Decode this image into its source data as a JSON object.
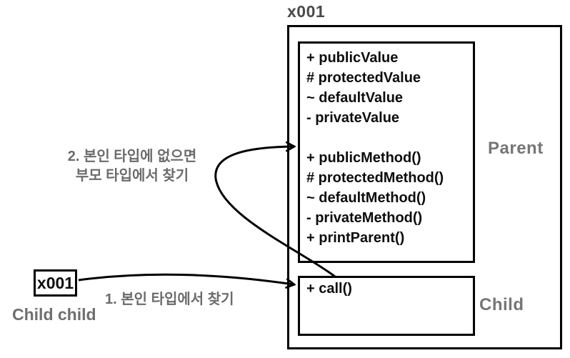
{
  "heap": {
    "address_label": "x001"
  },
  "parent_box": {
    "label": "Parent",
    "members": [
      "+ publicValue",
      "# protectedValue",
      "~ defaultValue",
      "- privateValue",
      "",
      "+ publicMethod()",
      "# protectedMethod()",
      "~ defaultMethod()",
      "- privateMethod()",
      "+ printParent()"
    ]
  },
  "child_box": {
    "label": "Child",
    "members": [
      "+ call()"
    ]
  },
  "reference": {
    "address_label": "x001",
    "variable_label": "Child child"
  },
  "annotations": {
    "step1": "1. 본인 타입에서 찾기",
    "step2_line1": "2. 본인 타입에 없으면",
    "step2_line2": "부모 타입에서 찾기"
  },
  "colors": {
    "line_black": "#000000",
    "member_text": "#0d0d0d",
    "type_label_gray": "#767676",
    "annotation_gray": "#6b6b6b",
    "heap_title_gray": "#4a4a4a",
    "background": "#ffffff"
  }
}
